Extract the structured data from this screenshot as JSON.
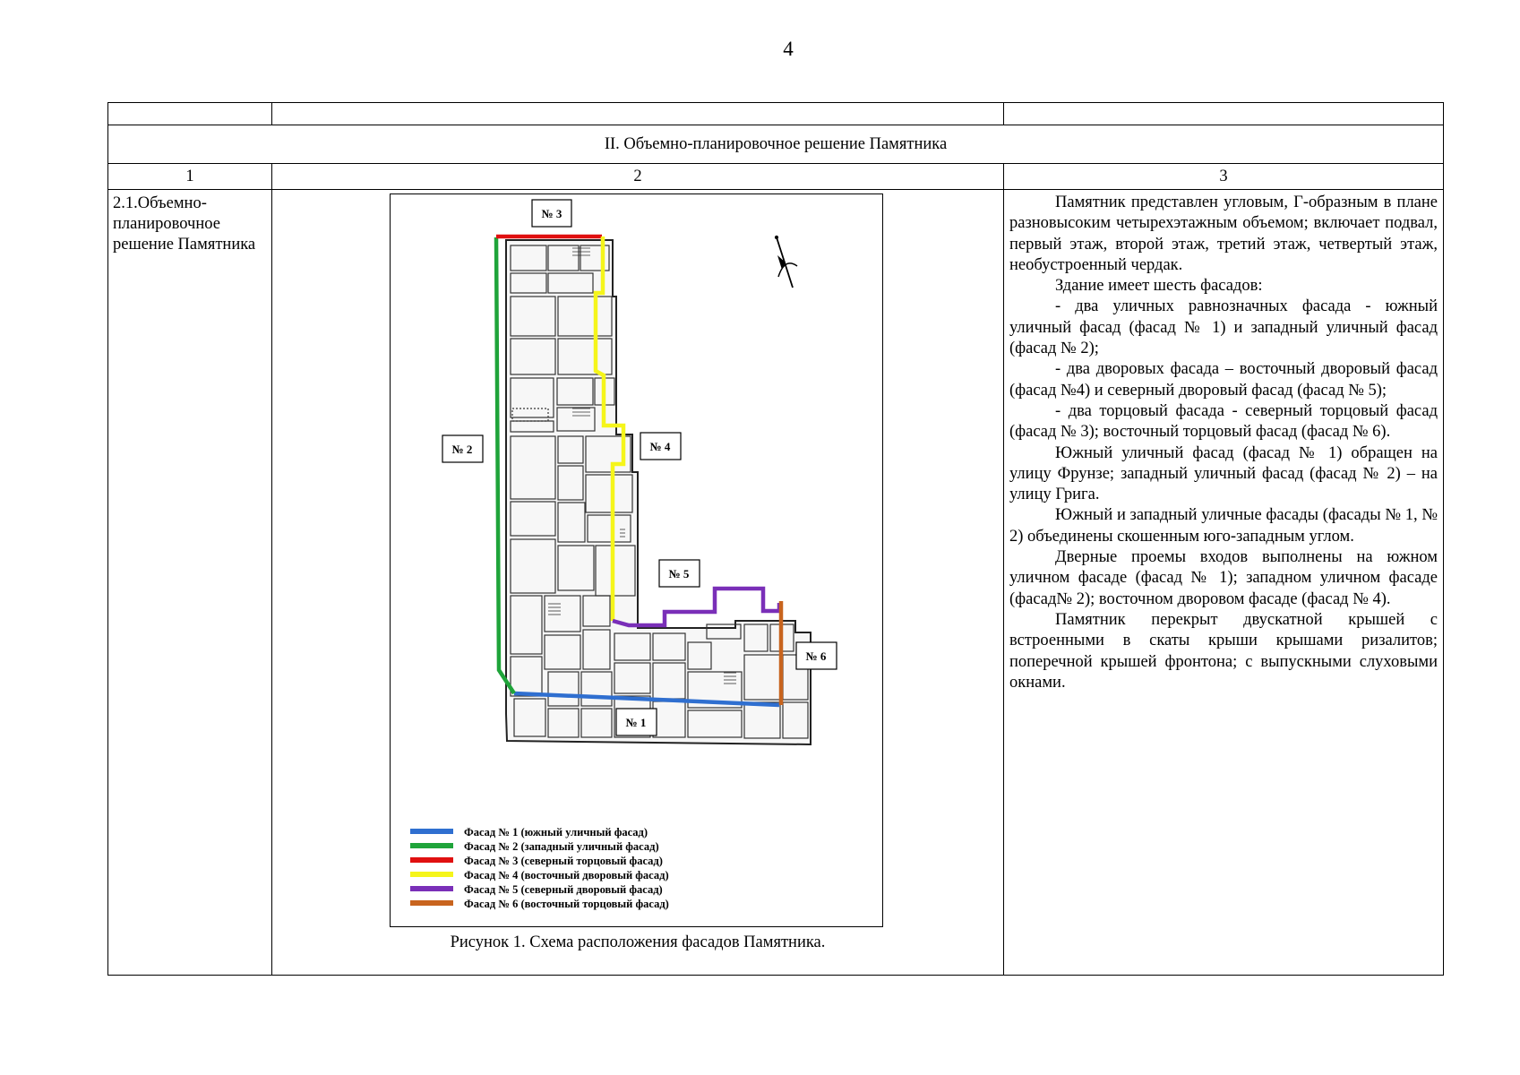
{
  "page_number": "4",
  "section_title": "II.  Объемно-планировочное решение Памятника",
  "column_numbers": [
    "1",
    "2",
    "3"
  ],
  "row": {
    "name": "2.1.Объемно-планировочное решение Памятника",
    "figure": {
      "caption": "Рисунок 1. Схема расположения фасадов Памятника.",
      "labels": {
        "f1": "№ 1",
        "f2": "№ 2",
        "f3": "№ 3",
        "f4": "№ 4",
        "f5": "№ 5",
        "f6": "№ 6"
      },
      "legend": [
        {
          "text": "Фасад № 1 (южный уличный фасад)",
          "color": "#2f6fd0"
        },
        {
          "text": "Фасад № 2 (западный уличный фасад)",
          "color": "#1fa43a"
        },
        {
          "text": "Фасад № 3 (северный торцовый фасад)",
          "color": "#e01010"
        },
        {
          "text": "Фасад № 4 (восточный дворовый фасад)",
          "color": "#f5f51a"
        },
        {
          "text": "Фасад № 5 (северный дворовый фасад)",
          "color": "#7a2fb8"
        },
        {
          "text": "Фасад № 6 (восточный торцовый фасад)",
          "color": "#c8641e"
        }
      ],
      "north_arrow": "north-arrow-icon"
    },
    "description": [
      "Памятник представлен угловым, Г-образным в плане разновысоким четырехэтажным объемом; включает подвал, первый этаж, второй этаж, третий этаж, четвертый этаж, необустроенный чердак.",
      "Здание имеет шесть фасадов:",
      "- два уличных равнозначных фасада -  южный уличный фасад (фасад № 1) и западный уличный фасад (фасад № 2);",
      "- два дворовых фасада – восточный дворовый фасад (фасад №4) и северный дворовый фасад (фасад № 5);",
      "- два торцовый фасада - северный торцовый фасад (фасад № 3); восточный торцовый фасад (фасад № 6).",
      "Южный уличный фасад (фасад № 1) обращен на улицу Фрунзе; западный уличный фасад (фасад № 2) – на улицу Грига.",
      "Южный и западный уличные фасады  (фасады № 1, № 2) объединены скошенным юго-западным углом.",
      "Дверные проемы входов выполнены на южном уличном фасаде (фасад № 1); западном уличном фасаде (фасад№ 2); восточном дворовом фасаде  (фасад № 4).",
      "Памятник перекрыт двускатной крышей с встроенными в скаты крыши крышами ризалитов; поперечной крышей фронтона; с выпускными слуховыми окнами."
    ]
  }
}
